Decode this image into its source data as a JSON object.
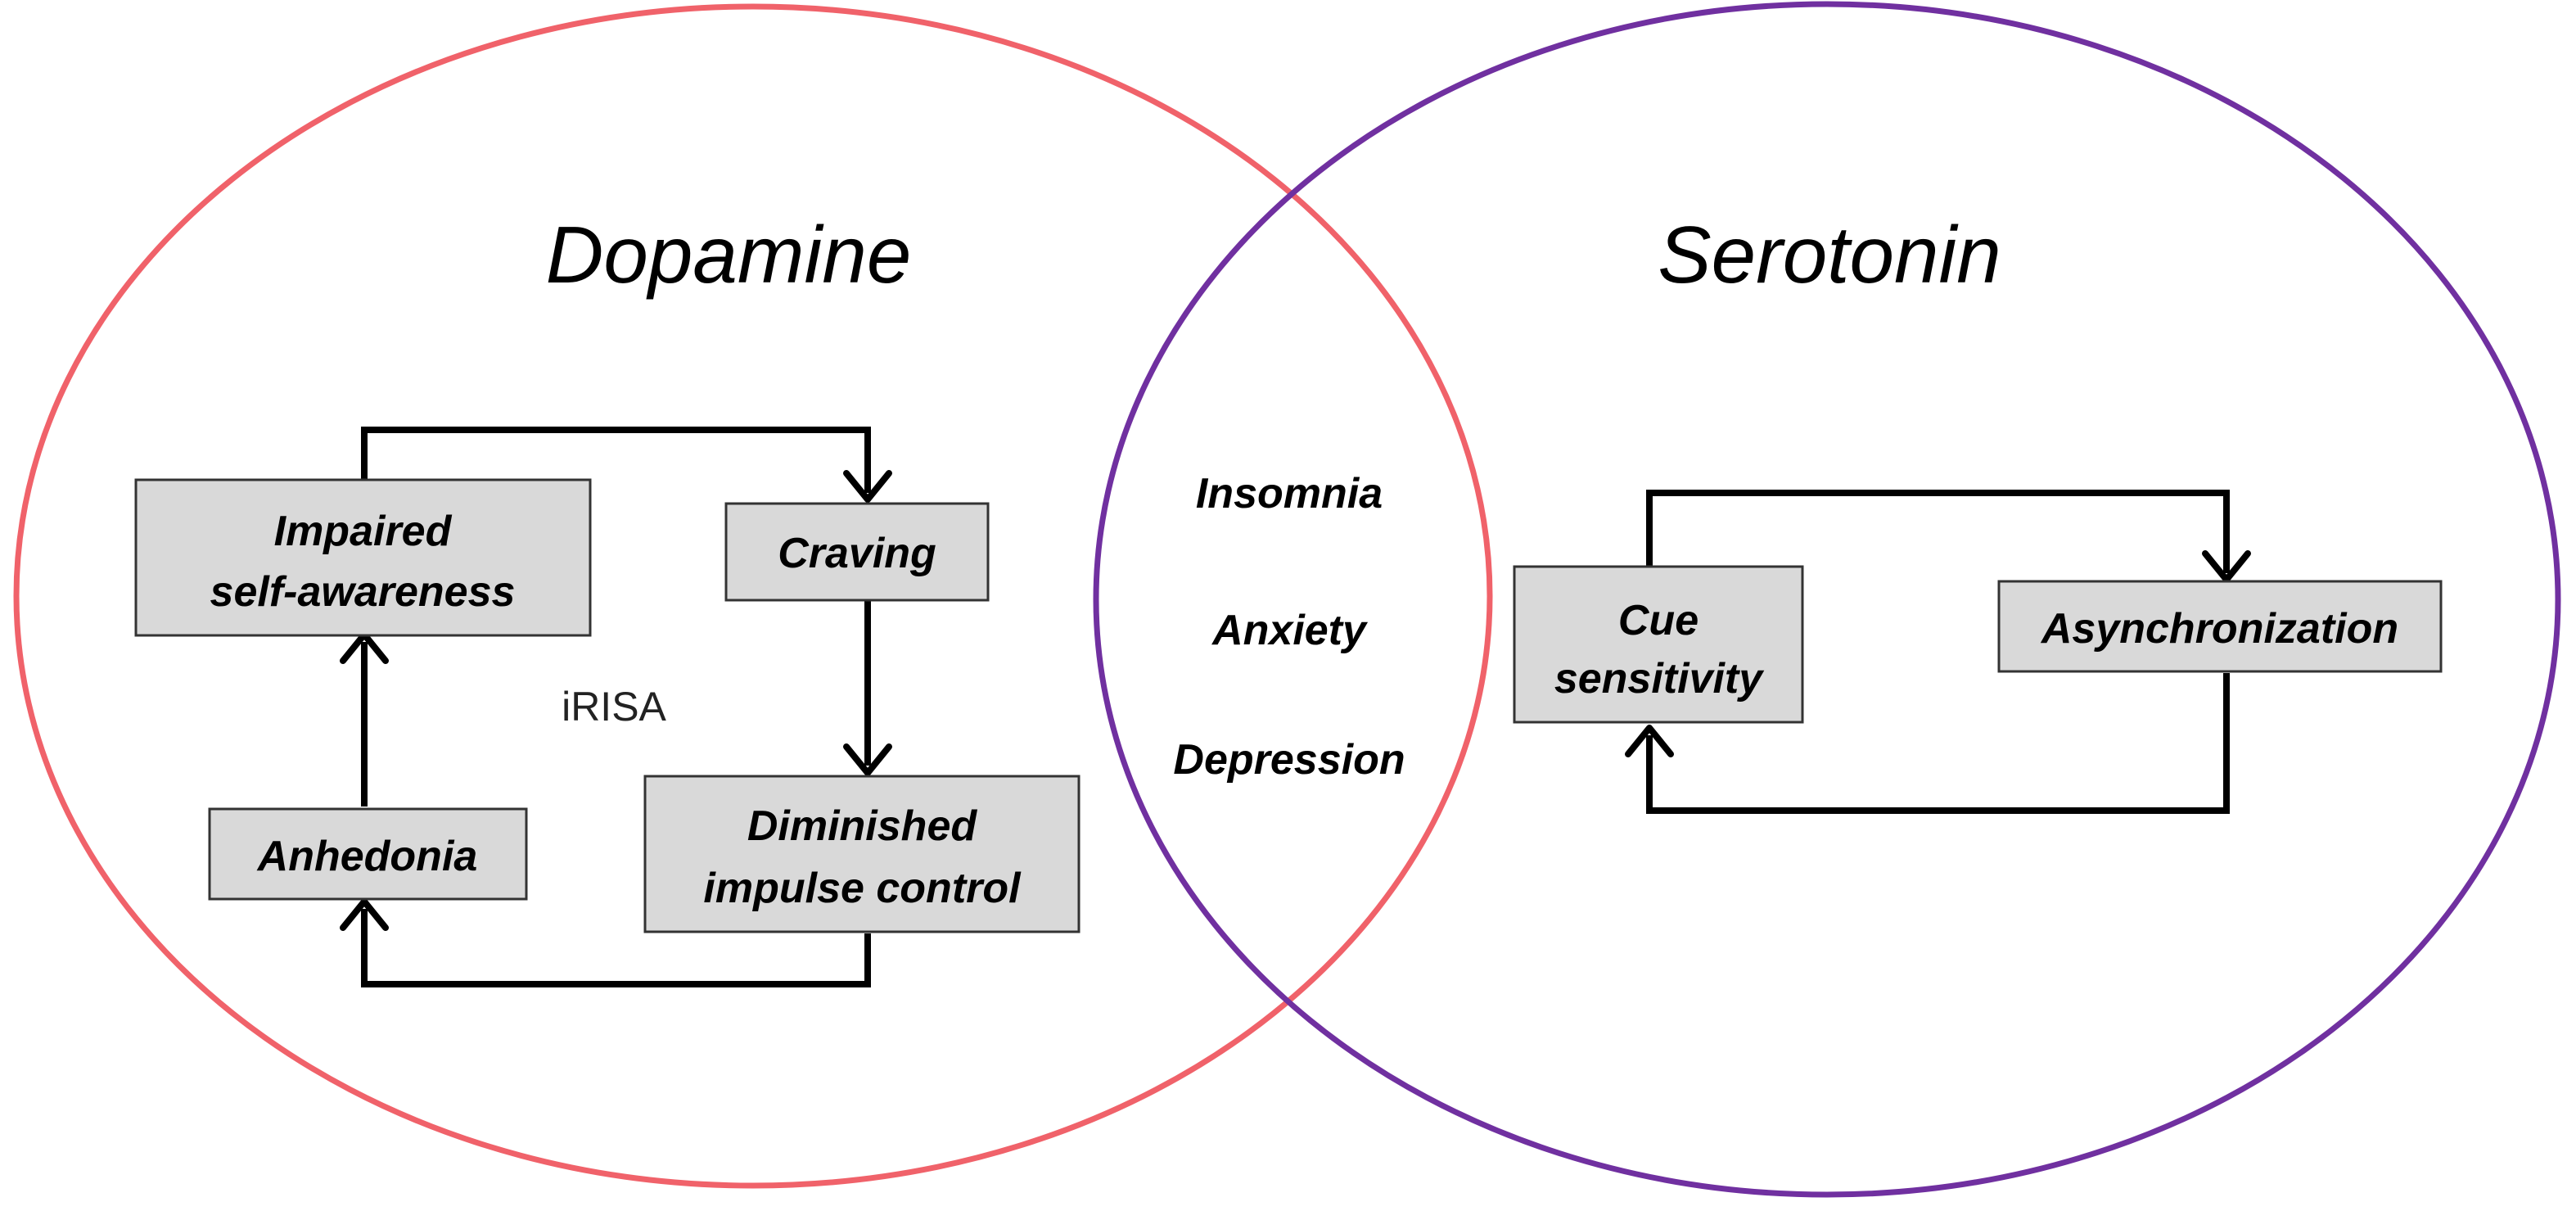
{
  "circles": {
    "dopamine": {
      "title": "Dopamine",
      "color": "#f0626a"
    },
    "serotonin": {
      "title": "Serotonin",
      "color": "#7030a0"
    }
  },
  "dopamine_cycle": {
    "impaired": [
      "Impaired",
      "self-awareness"
    ],
    "craving": "Craving",
    "diminished": [
      "Diminished",
      "impulse control"
    ],
    "anhedonia": "Anhedonia",
    "label": "iRISA"
  },
  "overlap": {
    "items": [
      "Insomnia",
      "Anxiety",
      "Depression"
    ]
  },
  "serotonin_cycle": {
    "cue": [
      "Cue",
      "sensitivity"
    ],
    "asynchronization": "Asynchronization"
  }
}
